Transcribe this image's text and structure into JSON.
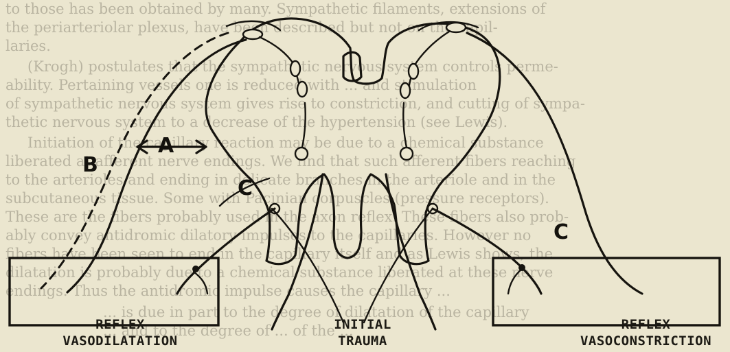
{
  "background_text": [
    "to those has been obtained by many. Sympathetic filaments, extensions of",
    "the periarteriolar plexus, have been described but not on the capil-",
    "laries.",
    "(Krogh) postulates that the sympathetic nervous system controls perme-",
    "ability. Pertaining vessels one is reduced with ... and stimulation",
    "of sympathetic nervous system gives rise to constriction, and cutting of sympa-",
    "thetic nervous system to a decrease of the hypertension (see Lewis).",
    "Initiation of the capillary reaction may be due to a chemical substance",
    "liberated at afferent nerve endings. We find that such afferent fibers reaching",
    "to the arterioles and ending in delicate branches in the arteriole and in the",
    "subcutaneous tissue. Some with Pacinian corpuscles (pressure receptors).",
    "These are the fibers probably used in the axon reflex. These fibers also prob-",
    "ably convey antidromic dilatory impulses to the capillaries. However no",
    "fibers have been seen to end in the capillary itself and as Lewis shows, the",
    "dilatation is probably due to a chemical substance liberated at these nerve",
    "endings. Thus the antidromic impulse causes the capillary ...",
    "... is due in part to the degree of dilatation of the capillary",
    "... and to the degree of ... of the ..."
  ],
  "labels": {
    "arrow_a": "A",
    "pathway_b": "B",
    "pathway_c_left": "C",
    "pathway_c_right": "C"
  },
  "captions": {
    "left_line1": "REFLEX",
    "left_line2": "VASODILATATION",
    "center_line1": "INITIAL",
    "center_line2": "TRAUMA",
    "right_line1": "REFLEX",
    "right_line2": "VASOCONSTRICTION"
  },
  "colors": {
    "paper": "#ebe6cf",
    "ink": "#16140f"
  }
}
